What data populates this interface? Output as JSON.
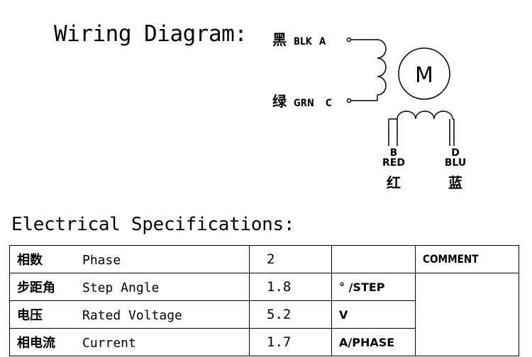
{
  "diagram": {
    "title": "Wiring Diagram:",
    "motor_label": "M",
    "wires": {
      "a": {
        "cn": "黑",
        "en": "BLK",
        "terminal": "A"
      },
      "c": {
        "cn": "绿",
        "en": "GRN",
        "terminal": "C"
      },
      "b": {
        "cn": "红",
        "en": "RED",
        "terminal": "B"
      },
      "d": {
        "cn": "蓝",
        "en": "BLU",
        "terminal": "D"
      }
    }
  },
  "specs": {
    "title": "Electrical Specifications:",
    "comment_header": "COMMENT",
    "rows": [
      {
        "cn": "相数",
        "en": "Phase",
        "value": "2",
        "unit": ""
      },
      {
        "cn": "步距角",
        "en": "Step Angle",
        "value": "1.8",
        "unit": "° /STEP"
      },
      {
        "cn": "电压",
        "en": "Rated Voltage",
        "value": "5.2",
        "unit": "V"
      },
      {
        "cn": "相电流",
        "en": "Current",
        "value": "1.7",
        "unit": "A/PHASE"
      }
    ]
  }
}
